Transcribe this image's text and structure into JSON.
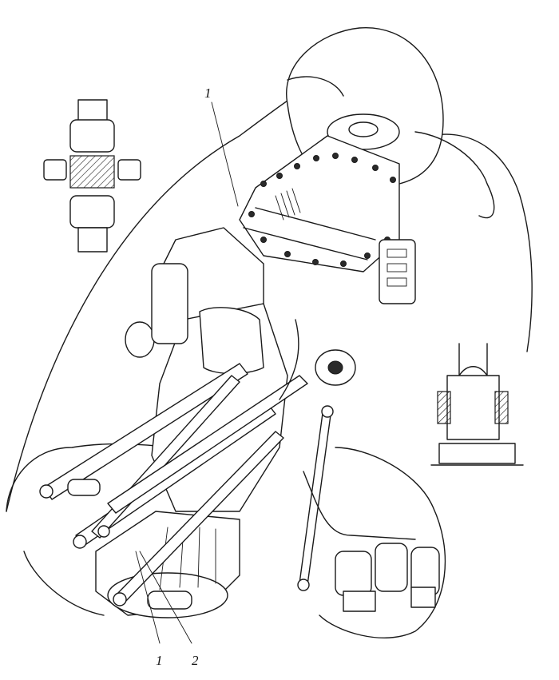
{
  "callouts": [
    {
      "id": "top",
      "text": "1"
    },
    {
      "id": "bottom-left",
      "text": "1"
    },
    {
      "id": "bottom-right",
      "text": "2"
    }
  ],
  "colors": {
    "ink": "#1a1a1a",
    "paper": "#ffffff"
  }
}
